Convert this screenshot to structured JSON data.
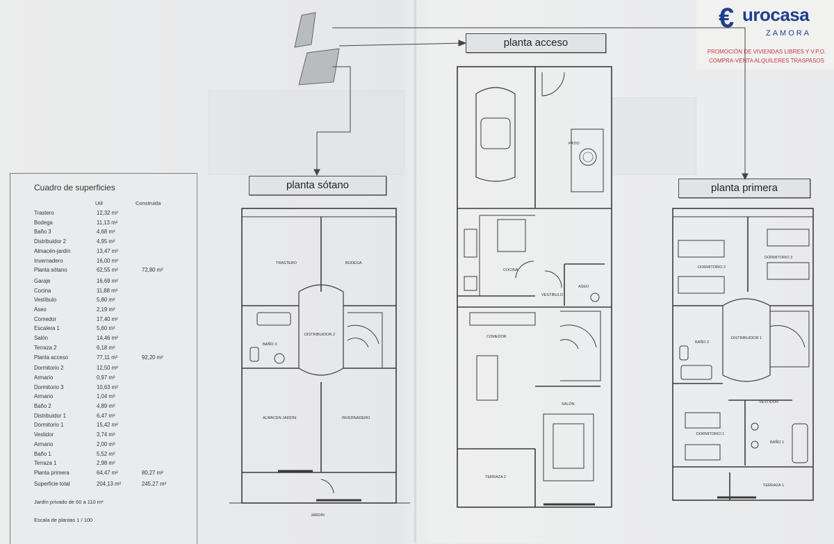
{
  "brand": {
    "mark": "€",
    "name": "urocasa",
    "city": "ZAMORA",
    "line1": "PROMOCIÓN DE VIVIENDAS LIBRES Y V.P.O.",
    "line2": "COMPRA-VENTA  ALQUILERES  TRASPASOS",
    "colors": {
      "blue": "#1d3f8e",
      "red": "#c43a3a"
    }
  },
  "plan_labels": {
    "acceso": "planta acceso",
    "sotano": "planta sótano",
    "primera": "planta primera"
  },
  "table": {
    "title": "Cuadro de superficies",
    "col_util": "Util",
    "col_construida": "Construida",
    "rows": [
      {
        "name": "Trastero",
        "util": "12,32 m²",
        "cons": ""
      },
      {
        "name": "Bodega",
        "util": "11,13 m²",
        "cons": ""
      },
      {
        "name": "Baño 3",
        "util": "4,68 m²",
        "cons": ""
      },
      {
        "name": "Distribuidor 2",
        "util": "4,95 m²",
        "cons": ""
      },
      {
        "name": "Almacén-jardín",
        "util": "13,47 m²",
        "cons": ""
      },
      {
        "name": "Invernadero",
        "util": "16,00 m²",
        "cons": ""
      },
      {
        "name": "Planta sótano",
        "util": "62,55 m²",
        "cons": "72,80 m²"
      },
      {
        "name": "Garaje",
        "util": "16,69 m²",
        "cons": ""
      },
      {
        "name": "Cocina",
        "util": "11,88 m²",
        "cons": ""
      },
      {
        "name": "Vestíbulo",
        "util": "5,80 m²",
        "cons": ""
      },
      {
        "name": "Aseo",
        "util": "2,19 m²",
        "cons": ""
      },
      {
        "name": "Comedor",
        "util": "17,40 m²",
        "cons": ""
      },
      {
        "name": "Escalera 1",
        "util": "5,60 m²",
        "cons": ""
      },
      {
        "name": "Salón",
        "util": "14,46 m²",
        "cons": ""
      },
      {
        "name": "Terraza 2",
        "util": "6,18 m²",
        "cons": ""
      },
      {
        "name": "Planta acceso",
        "util": "77,11 m²",
        "cons": "92,20 m²"
      },
      {
        "name": "Dormitorio 2",
        "util": "12,50 m²",
        "cons": ""
      },
      {
        "name": "Armario",
        "util": "0,97 m²",
        "cons": ""
      },
      {
        "name": "Dormitorio 3",
        "util": "10,63 m²",
        "cons": ""
      },
      {
        "name": "Armario",
        "util": "1,04 m²",
        "cons": ""
      },
      {
        "name": "Baño 2",
        "util": "4,89 m²",
        "cons": ""
      },
      {
        "name": "Distribuidor 1",
        "util": "6,47 m²",
        "cons": ""
      },
      {
        "name": "Dormitorio 1",
        "util": "15,42 m²",
        "cons": ""
      },
      {
        "name": "Vestidor",
        "util": "3,74 m²",
        "cons": ""
      },
      {
        "name": "Armario",
        "util": "2,00 m²",
        "cons": ""
      },
      {
        "name": "Baño 1",
        "util": "5,52 m²",
        "cons": ""
      },
      {
        "name": "Terraza 1",
        "util": "2,98 m²",
        "cons": ""
      },
      {
        "name": "Planta primera",
        "util": "64,47 m²",
        "cons": "80,27 m²"
      },
      {
        "name": "Superficie total",
        "util": "204,13 m²",
        "cons": "245,27 m²"
      }
    ],
    "footer_garden": "Jardín privado de 60 a 110 m²",
    "footer_scale": "Escala de plantas 1 / 100"
  },
  "rooms": {
    "sotano": {
      "trastero": "TRASTERO",
      "bodega": "BODEGA",
      "bano3": "BAÑO 3",
      "distribuidor2": "DISTRIBUIDOR 2",
      "almacen": "ALMACÉN-JARDÍN",
      "invernadero": "INVERNADERO",
      "jardin": "JARDÍN"
    },
    "acceso": {
      "patio": "PATIO",
      "cocina": "COCINA",
      "aseo": "ASEO",
      "vestibulo": "VESTÍBULO",
      "comedor": "COMEDOR",
      "salon": "SALÓN",
      "terraza2": "TERRAZA 2"
    },
    "primera": {
      "dormitorio2": "DORMITORIO 2",
      "dormitorio3": "DORMITORIO 3",
      "bano2": "BAÑO 2",
      "distribuidor1": "DISTRIBUIDOR 1",
      "vestidor": "VESTIDOR",
      "dormitorio1": "DORMITORIO 1",
      "bano1": "BAÑO 1",
      "terraza1": "TERRAZA 1"
    }
  }
}
